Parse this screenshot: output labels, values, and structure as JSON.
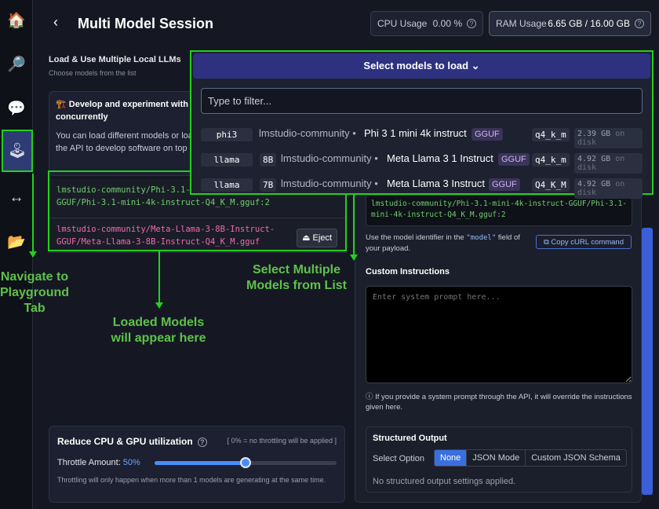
{
  "rail": {
    "items": [
      {
        "name": "home-icon",
        "glyph": "🏠"
      },
      {
        "name": "search-icon",
        "glyph": "🔎"
      },
      {
        "name": "chat-icon",
        "glyph": "💬"
      },
      {
        "name": "playground-icon",
        "glyph": "🕹"
      },
      {
        "name": "api-arrows-icon",
        "glyph": "↔"
      },
      {
        "name": "folder-icon",
        "glyph": "📂"
      }
    ]
  },
  "header": {
    "title": "Multi Model Session",
    "back_glyph": "‹",
    "cpu_label": "CPU Usage",
    "cpu_value": "0.00 %",
    "ram_label": "RAM Usage",
    "ram_value": "6.65 GB / 16.00 GB"
  },
  "left": {
    "title": "Load & Use Multiple Local LLMs",
    "subtitle": "Choose models from the list",
    "info_heading": "🏗️ Develop and experiment with multiple models concurrently",
    "info_body": "You can load different models or load the same model multiple times. Use the API to develop software on top of multiple models at runtime.",
    "loaded_models": [
      {
        "line1": "lmstudio-community/Phi-3.1-mini-4k-instruct-",
        "line2": "GGUF/Phi-3.1-mini-4k-instruct-Q4_K_M.gguf:2",
        "color": "#6fce6f"
      },
      {
        "line1": "lmstudio-community/Meta-Llama-3-8B-Instruct-",
        "line2": "GGUF/Meta-Llama-3-8B-Instruct-Q4_K_M.gguf",
        "color": "#f06ab4",
        "eject": "⏏ Eject"
      }
    ]
  },
  "throttle": {
    "title": "Reduce CPU & GPU utilization",
    "note": "[ 0% = no throttling will be applied ]",
    "label": "Throttle Amount:",
    "value_text": "50%",
    "fraction": 0.5,
    "footnote": "Throttling will only happen when more than 1 models are generating at the same time."
  },
  "right": {
    "identifier": "lmstudio-community/Phi-3.1-mini-4k-instruct-GGUF/Phi-3.1-mini-4k-instruct-Q4_K_M.gguf:2",
    "help_pre": "Use the model identifier in the",
    "help_code": "\"model\"",
    "help_post": "field of your payload.",
    "curl_button": "⧉ Copy cURL command",
    "ci_title": "Custom Instructions",
    "ci_placeholder": "Enter system prompt here...",
    "ci_note": "ⓘ If you provide a system prompt through the API, it will override the instructions given here.",
    "so_title": "Structured Output",
    "so_label": "Select Option",
    "so_options": [
      "None",
      "JSON Mode",
      "Custom JSON Schema"
    ],
    "so_empty": "No structured output settings applied."
  },
  "dropdown": {
    "header": "Select models to load ⌄",
    "filter_placeholder": "Type to filter...",
    "models": [
      {
        "tag": "phi3",
        "params": "",
        "author": "lmstudio-community •",
        "name": "Phi 3 1 mini 4k instruct",
        "format": "GGUF",
        "quant": "q4_k_m",
        "size": "2.39 GB",
        "disk": "on disk"
      },
      {
        "tag": "llama",
        "params": "8B",
        "author": "lmstudio-community •",
        "name": "Meta Llama 3 1 Instruct",
        "format": "GGUF",
        "quant": "q4_k_m",
        "size": "4.92 GB",
        "disk": "on disk"
      },
      {
        "tag": "llama",
        "params": "7B",
        "author": "lmstudio-community •",
        "name": "Meta Llama 3 Instruct",
        "format": "GGUF",
        "quant": "Q4_K_M",
        "size": "4.92 GB",
        "disk": "on disk"
      }
    ]
  },
  "annotations": {
    "nav": [
      "Navigate to",
      "Playground",
      "Tab"
    ],
    "loaded": [
      "Loaded Models",
      "will appear here"
    ],
    "select": [
      "Select Multiple",
      "Models from List"
    ]
  }
}
